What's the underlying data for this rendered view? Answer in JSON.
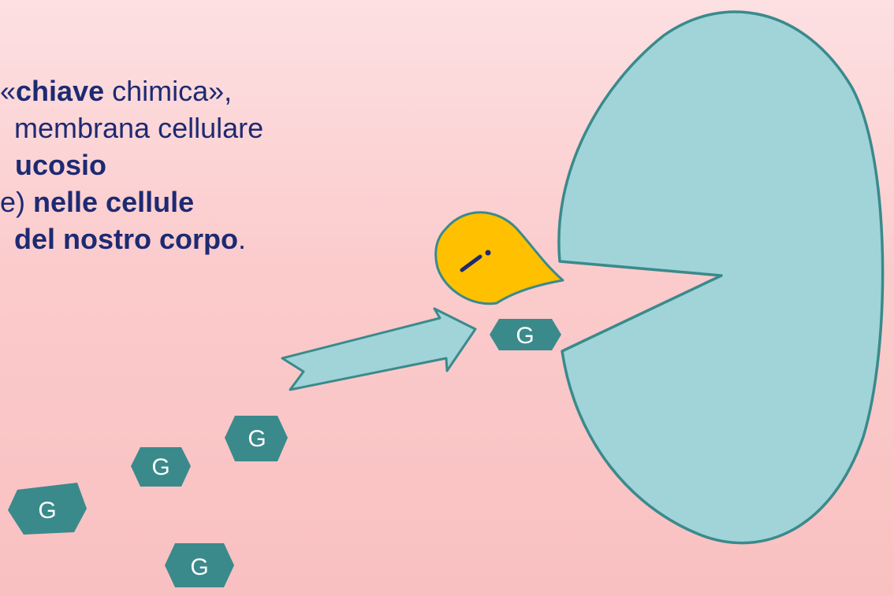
{
  "text": {
    "line1_prefix": "«",
    "line1_bold": "chiave",
    "line1_rest": " chimica»,",
    "line2": "membrana cellulare",
    "line3_bold": "ucosio",
    "line4_prefix": "e)",
    "line4_bold": " nelle cellule",
    "line5_bold": "del nostro corpo",
    "line5_end": "."
  },
  "glucose_label": "G",
  "colors": {
    "background_top": "#fde0e2",
    "background_bottom": "#f9c0c1",
    "text": "#1d2a72",
    "cell_fill": "#a0d4d8",
    "cell_stroke": "#3a8a8c",
    "glucose_fill": "#3a8a8c",
    "insulin_fill": "#ffc000",
    "insulin_stroke": "#3a8a8c",
    "arrow_fill": "#a0d4d8"
  },
  "icons": {
    "cell": "cell-icon",
    "insulin": "insulin-key-icon",
    "arrow": "arrow-icon",
    "glucose": "glucose-hexagon-icon"
  }
}
